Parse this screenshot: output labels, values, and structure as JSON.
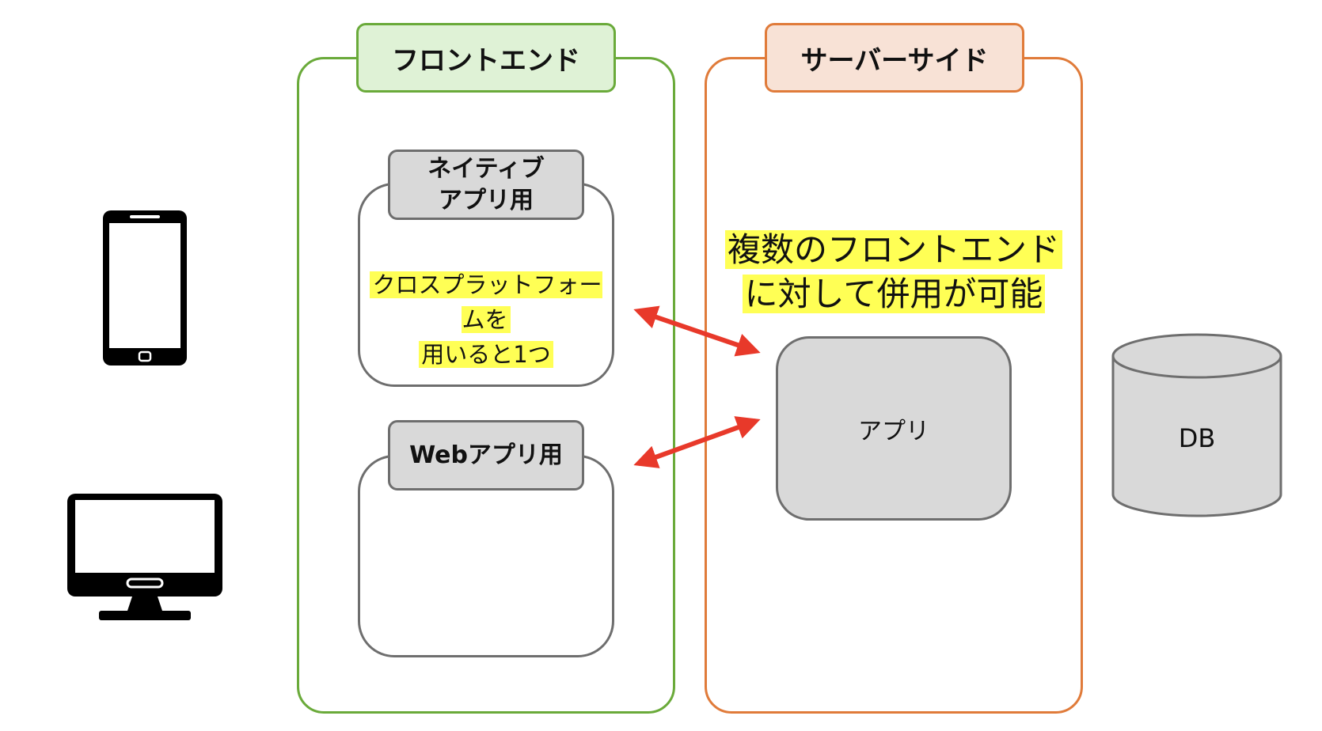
{
  "frontend": {
    "header": "フロントエンド",
    "native_app_label_line1": "ネイティブ",
    "native_app_label_line2": "アプリ用",
    "native_app_note_line1": "クロスプラットフォームを",
    "native_app_note_line2": "用いると1つ",
    "web_app_label": "Webアプリ用"
  },
  "server": {
    "header": "サーバーサイド",
    "note_line1": "複数のフロントエンド",
    "note_line2": "に対して併用が可能",
    "app_label": "アプリ"
  },
  "database": {
    "label": "DB"
  },
  "devices": [
    "smartphone-icon",
    "desktop-monitor-icon"
  ],
  "colors": {
    "frontend_border": "#6aaa3a",
    "frontend_header_fill": "#dff2d6",
    "server_border": "#e07b3a",
    "server_header_fill": "#f8e2d6",
    "box_gray": "#d9d9d9",
    "highlight": "#ffff55",
    "arrow": "#e8392a"
  }
}
